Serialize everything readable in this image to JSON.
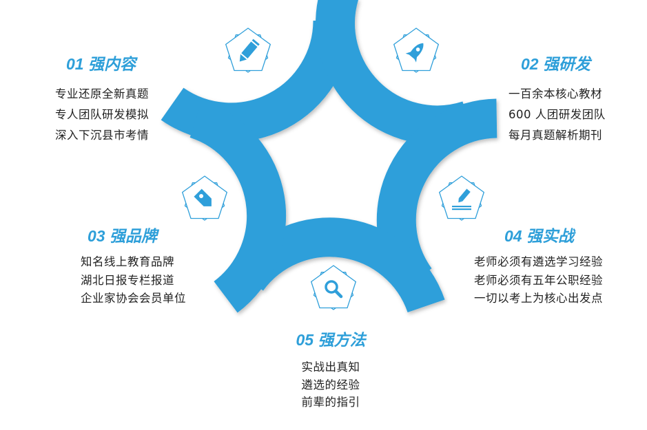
{
  "colors": {
    "accent": "#2f9fda",
    "text": "#222222"
  },
  "items": [
    {
      "title": "01 强内容",
      "icon": "pencil-icon",
      "lines": [
        "专业还原全新真题",
        "专人团队研发模拟",
        "深入下沉县市考情"
      ]
    },
    {
      "title": "02 强研发",
      "icon": "rocket-icon",
      "lines": [
        "一百余本核心教材",
        "600 人团研发团队",
        "每月真题解析期刊"
      ]
    },
    {
      "title": "03 强品牌",
      "icon": "tag-icon",
      "lines": [
        "知名线上教育品牌",
        "湖北日报专栏报道",
        "企业家协会会员单位"
      ]
    },
    {
      "title": "04 强实战",
      "icon": "sign-icon",
      "lines": [
        "老师必须有遴选学习经验",
        "老师必须有五年公职经验",
        "一切以考上为核心出发点"
      ]
    },
    {
      "title": "05 强方法",
      "icon": "search-icon",
      "lines": [
        "实战出真知",
        "遴选的经验",
        "前辈的指引"
      ]
    }
  ]
}
